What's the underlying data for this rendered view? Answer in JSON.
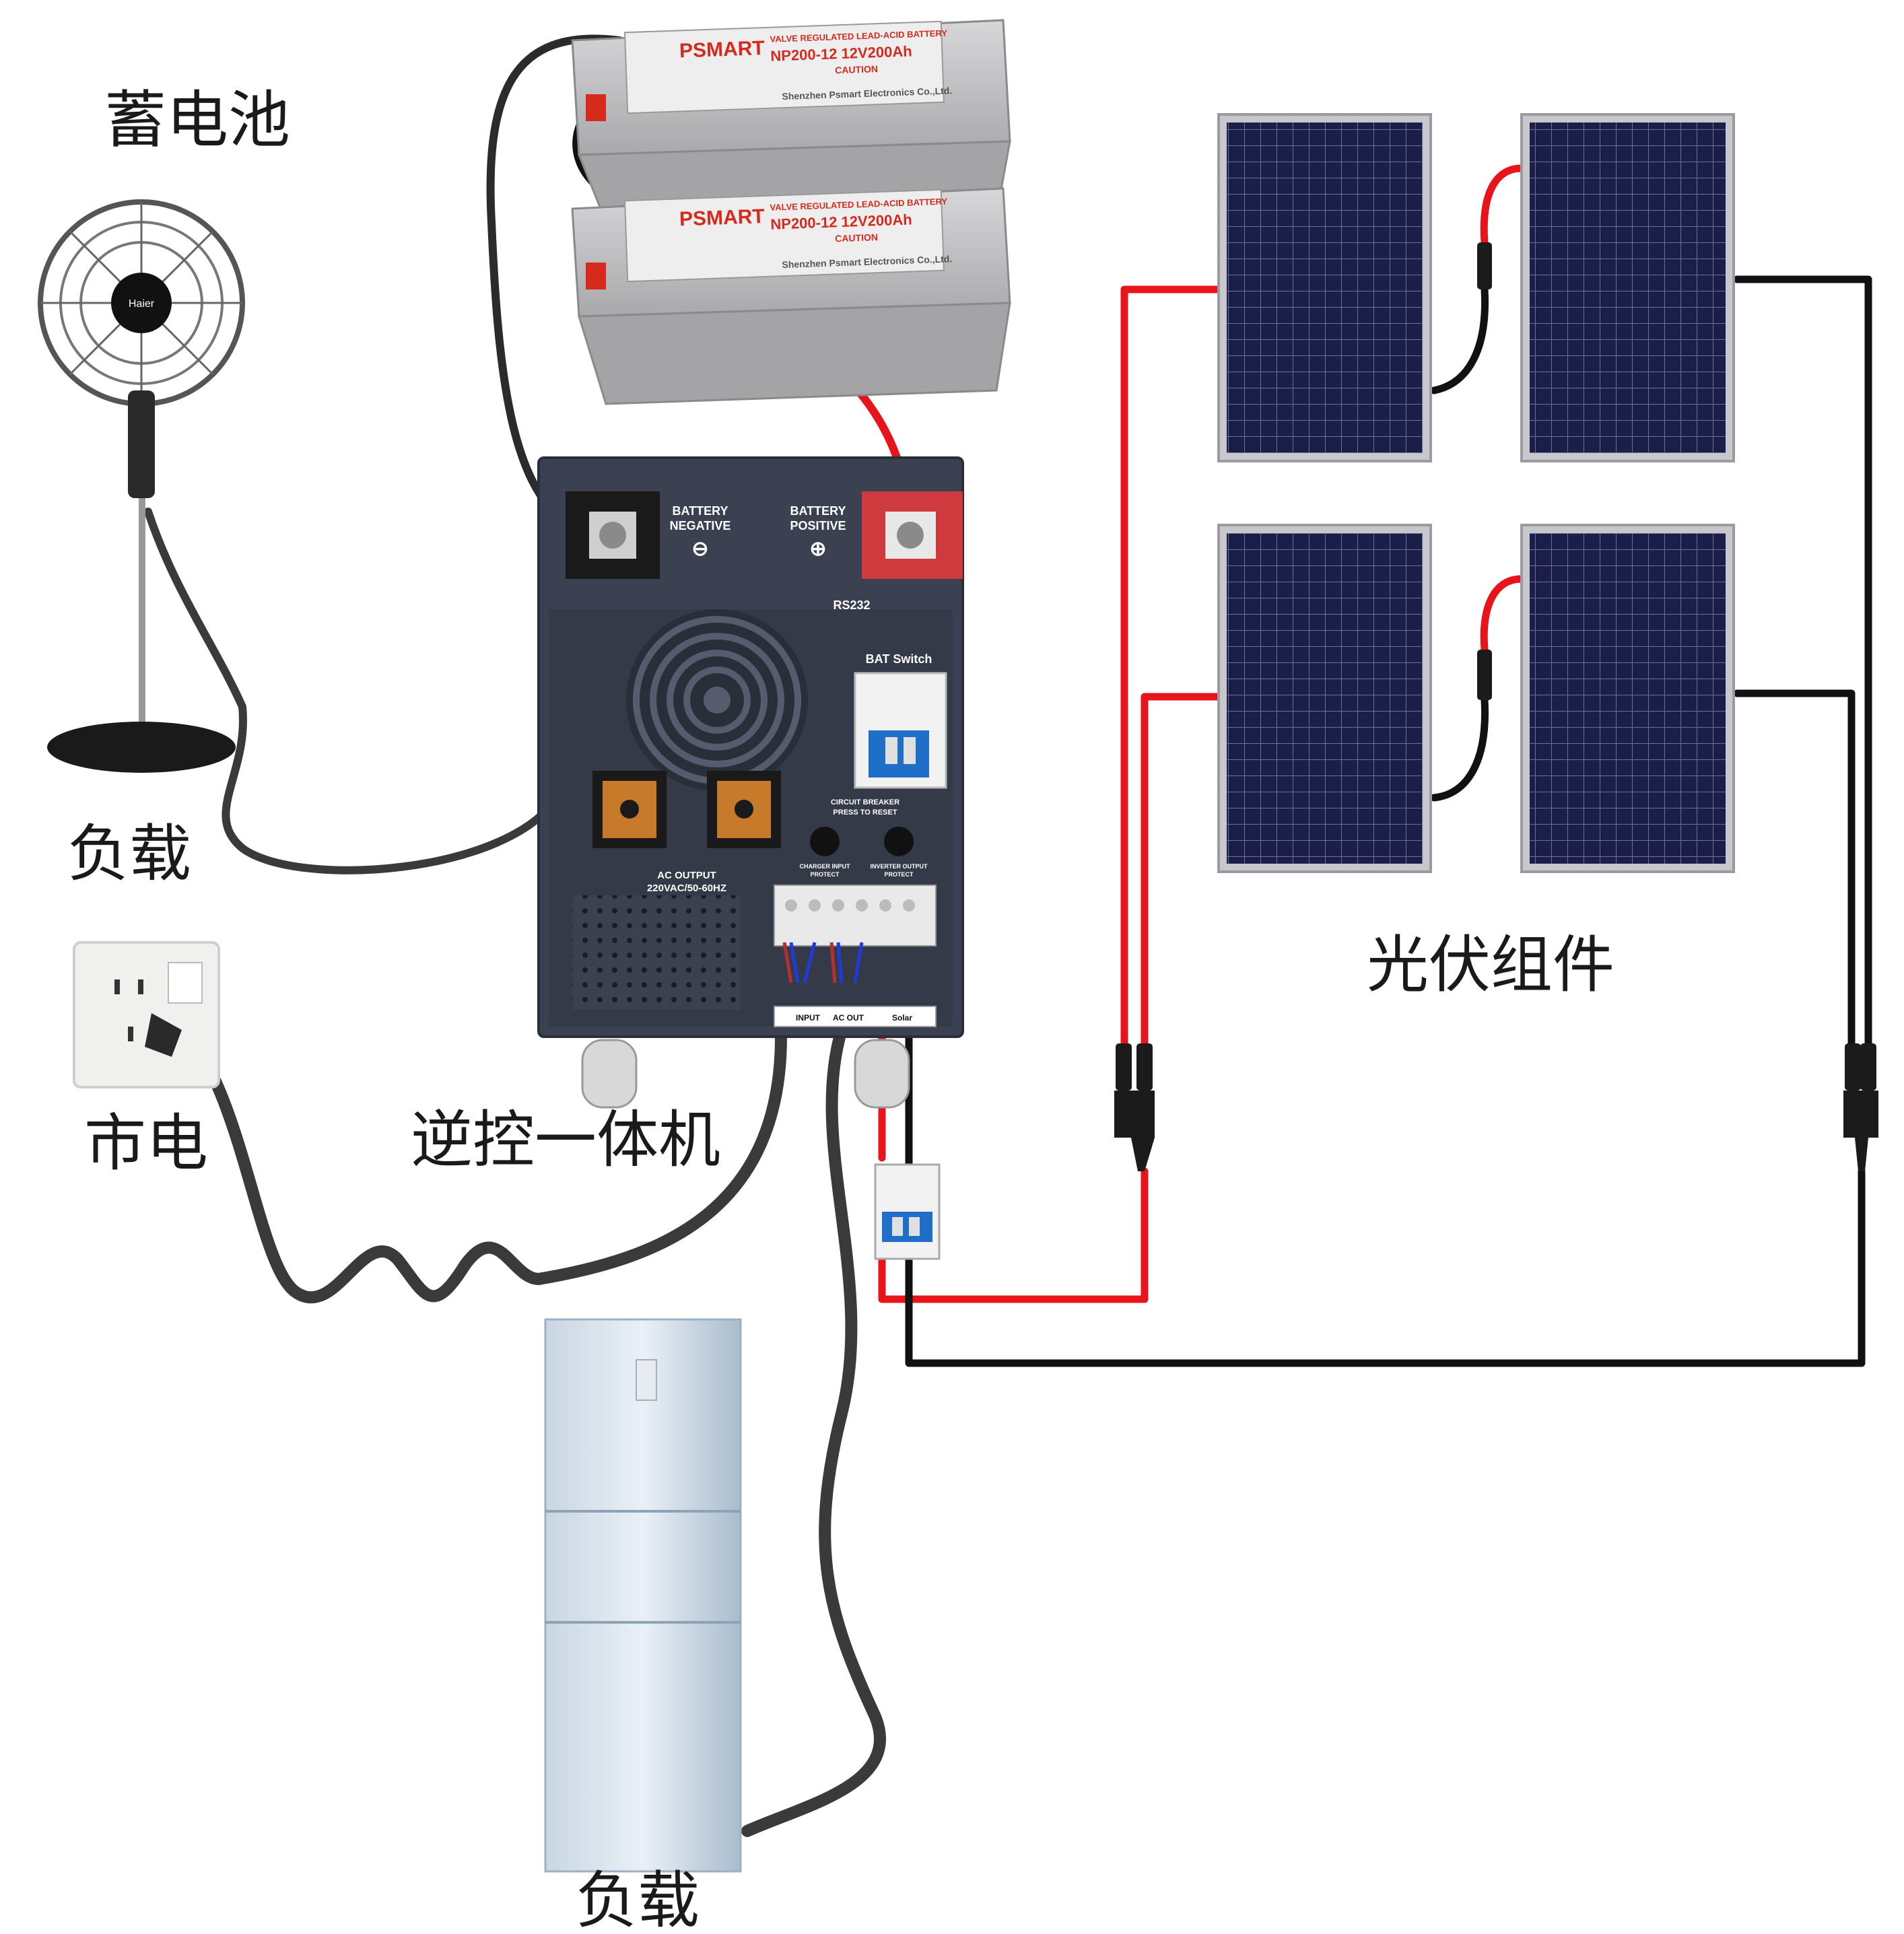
{
  "labels": {
    "battery": "蓄电池",
    "load_fan": "负载",
    "mains": "市电",
    "inverter": "逆控一体机",
    "pv_modules": "光伏组件",
    "load_fridge": "负载"
  },
  "battery_unit": {
    "brand": "PSMART",
    "model": "NP200-12  12V200Ah",
    "type_line": "VALVE REGULATED LEAD-ACID BATTERY",
    "caution": "CAUTION",
    "manufacturer": "Shenzhen Psmart Electronics Co.,Ltd."
  },
  "inverter_panel": {
    "battery_negative": "BATTERY\nNEGATIVE",
    "battery_negative_l1": "BATTERY",
    "battery_negative_l2": "NEGATIVE",
    "battery_positive_l1": "BATTERY",
    "battery_positive_l2": "POSITIVE",
    "minus_symbol": "⊖",
    "plus_symbol": "⊕",
    "rs232": "RS232",
    "bat_switch": "BAT Switch",
    "circuit_breaker_l1": "CIRCUIT BREAKER",
    "circuit_breaker_l2": "PRESS TO RESET",
    "ac_output_l1": "AC OUTPUT",
    "ac_output_l2": "220VAC/50-60HZ",
    "charger_input_protect": "CHARGER INPUT\nPROTECT",
    "charger_l1": "CHARGER INPUT",
    "charger_l2": "PROTECT",
    "inverter_l1": "INVERTER OUTPUT",
    "inverter_l2": "PROTECT",
    "term_input": "INPUT",
    "term_ac_out": "AC OUT",
    "term_solar": "Solar"
  },
  "fan": {
    "brand": "Haier"
  },
  "colors": {
    "positive_wire": "#e8141b",
    "negative_wire": "#111111",
    "power_cord": "#3a3a3a",
    "panel_cell": "#1c1e4a",
    "inverter_body": "#3b4150",
    "battery_case": "#b9b9bb"
  }
}
